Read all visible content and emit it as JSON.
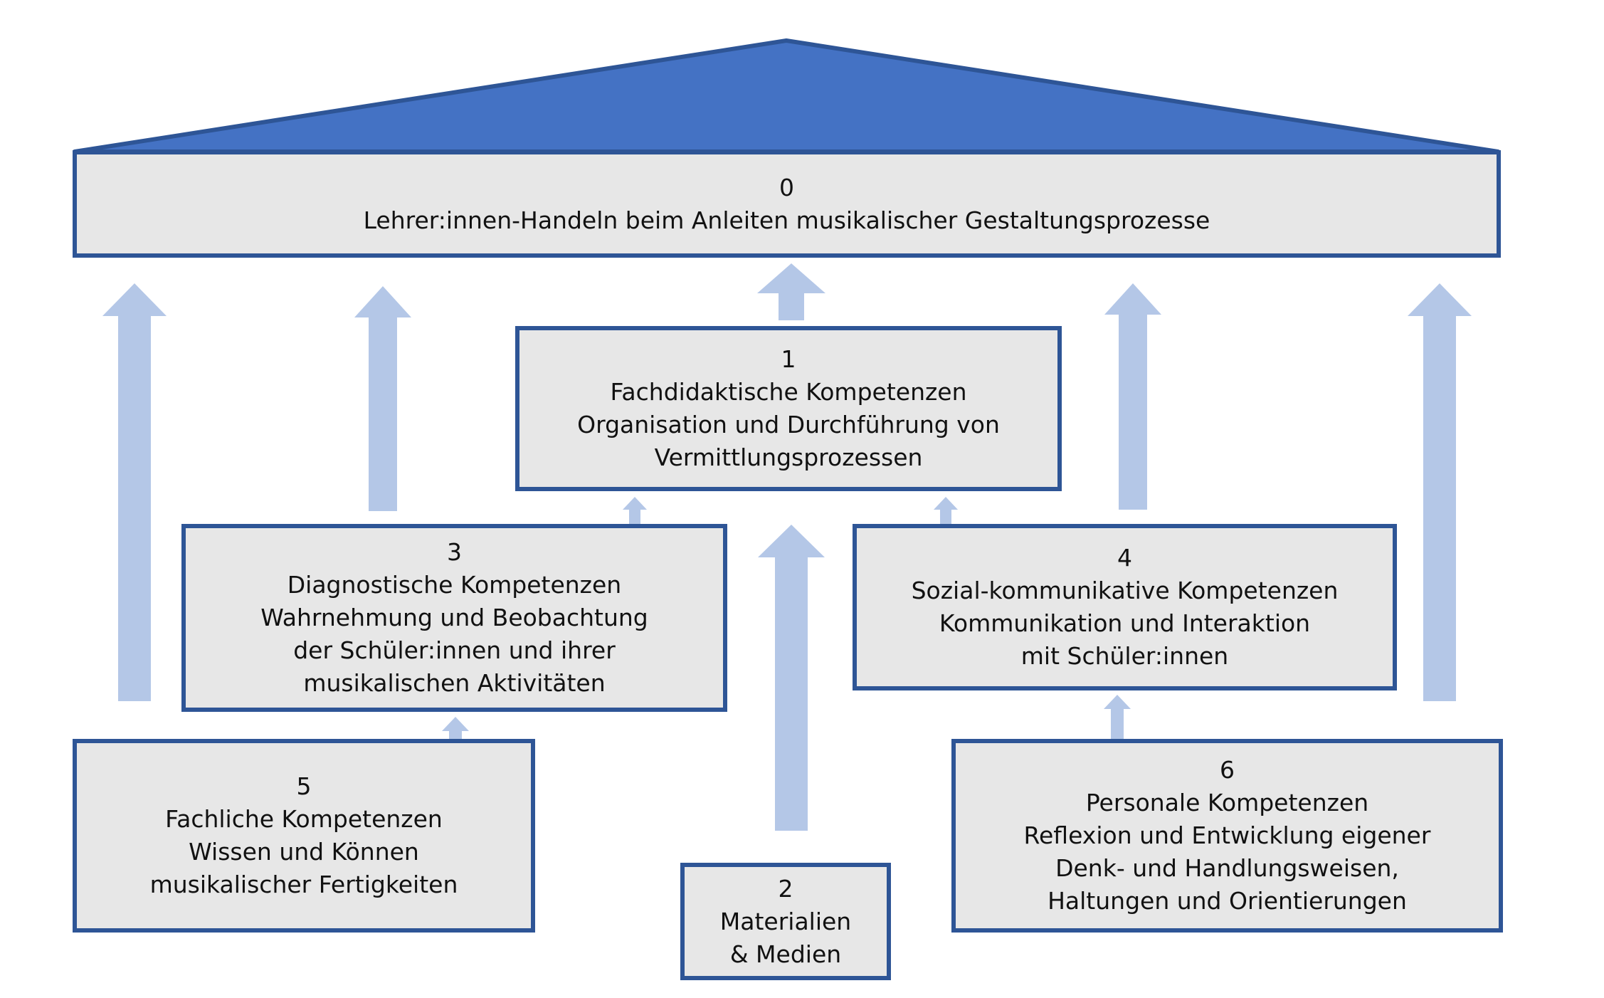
{
  "colors": {
    "roof": "#4472c4",
    "roof_border": "#2e5596",
    "box_fill": "#e7e7e7",
    "box_border": "#2e5596",
    "arrow": "#b4c7e7"
  },
  "boxes": {
    "b0": {
      "number": "0",
      "lines": [
        "Lehrer:innen-Handeln beim Anleiten musikalischer Gestaltungsprozesse"
      ]
    },
    "b1": {
      "number": "1",
      "lines": [
        "Fachdidaktische Kompetenzen",
        "Organisation und Durchführung von",
        "Vermittlungsprozessen"
      ]
    },
    "b2": {
      "number": "2",
      "lines": [
        "Materialien",
        "& Medien"
      ]
    },
    "b3": {
      "number": "3",
      "lines": [
        "Diagnostische Kompetenzen",
        "Wahrnehmung und Beobachtung",
        "der Schüler:innen und ihrer",
        "musikalischen Aktivitäten"
      ]
    },
    "b4": {
      "number": "4",
      "lines": [
        "Sozial-kommunikative Kompetenzen",
        "Kommunikation und Interaktion",
        "mit Schüler:innen"
      ]
    },
    "b5": {
      "number": "5",
      "lines": [
        "Fachliche Kompetenzen",
        "Wissen und Können",
        "musikalischer Fertigkeiten"
      ]
    },
    "b6": {
      "number": "6",
      "lines": [
        "Personale Kompetenzen",
        "Reflexion und Entwicklung eigener",
        "Denk- und Handlungsweisen,",
        "Haltungen und Orientierungen"
      ]
    }
  }
}
